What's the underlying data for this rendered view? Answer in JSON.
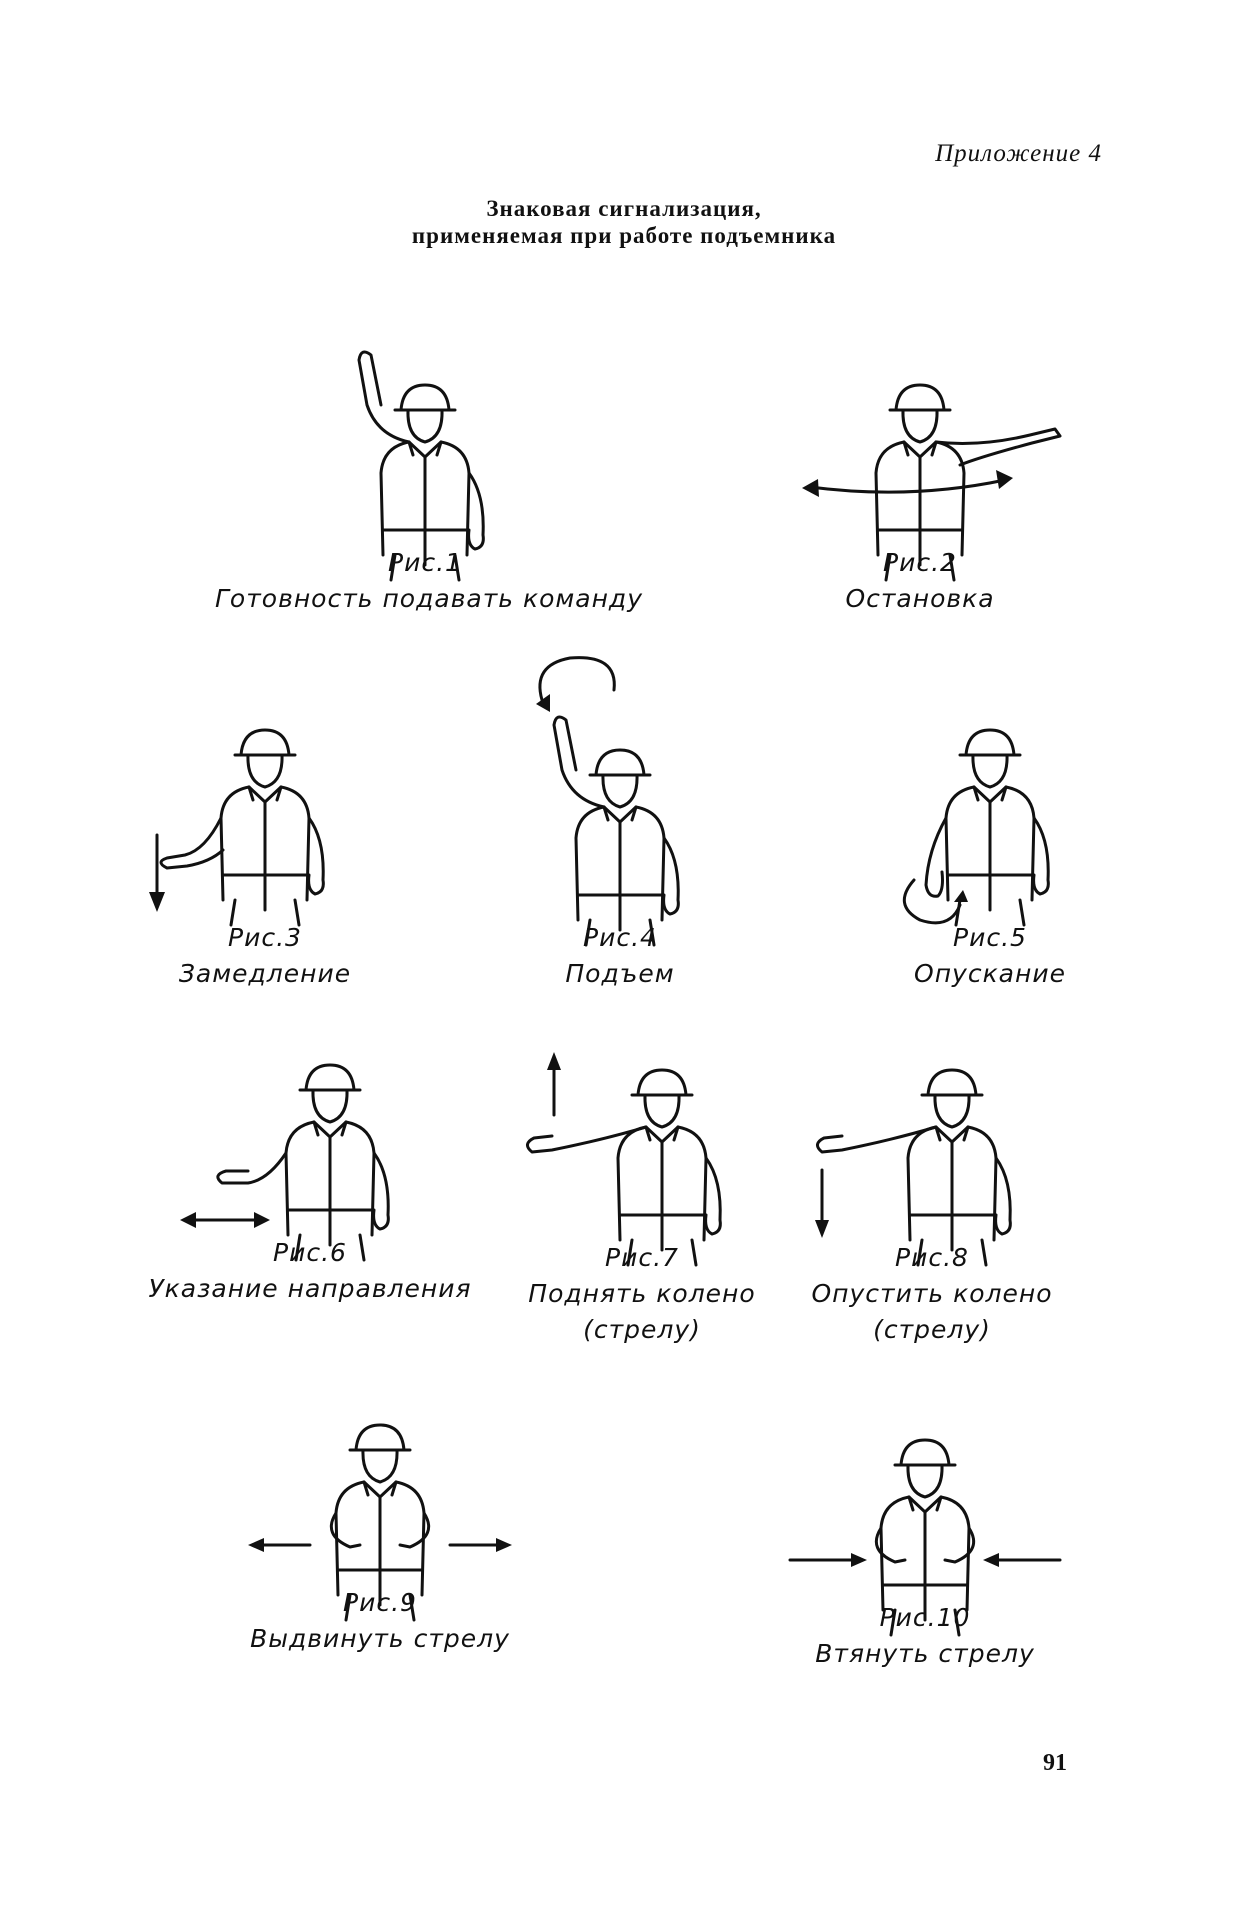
{
  "appendix_label": "Приложение 4",
  "title_lines": [
    "Знаковая сигнализация,",
    "применяемая при работе подъемника"
  ],
  "figures": [
    {
      "id": 1,
      "fig": "Рис.1",
      "caption": [
        "Готовность подавать команду"
      ],
      "icon": "signalman-arm-raised-icon"
    },
    {
      "id": 2,
      "fig": "Рис.2",
      "caption": [
        "Остановка"
      ],
      "icon": "signalman-arm-horizontal-swing-icon"
    },
    {
      "id": 3,
      "fig": "Рис.3",
      "caption": [
        "Замедление"
      ],
      "icon": "signalman-arm-down-arrow-icon"
    },
    {
      "id": 4,
      "fig": "Рис.4",
      "caption": [
        "Подъем"
      ],
      "icon": "signalman-arm-up-circle-icon"
    },
    {
      "id": 5,
      "fig": "Рис.5",
      "caption": [
        "Опускание"
      ],
      "icon": "signalman-arm-down-circle-icon"
    },
    {
      "id": 6,
      "fig": "Рис.6",
      "caption": [
        "Указание направления"
      ],
      "icon": "signalman-direction-arrow-icon"
    },
    {
      "id": 7,
      "fig": "Рис.7",
      "caption": [
        "Поднять колено",
        "(стрелу)"
      ],
      "icon": "signalman-boom-up-icon"
    },
    {
      "id": 8,
      "fig": "Рис.8",
      "caption": [
        "Опустить колено",
        "(стрелу)"
      ],
      "icon": "signalman-boom-down-icon"
    },
    {
      "id": 9,
      "fig": "Рис.9",
      "caption": [
        "Выдвинуть стрелу"
      ],
      "icon": "signalman-extend-boom-icon"
    },
    {
      "id": 10,
      "fig": "Рис.10",
      "caption": [
        "Втянуть стрелу"
      ],
      "icon": "signalman-retract-boom-icon"
    }
  ],
  "page_number": "91"
}
